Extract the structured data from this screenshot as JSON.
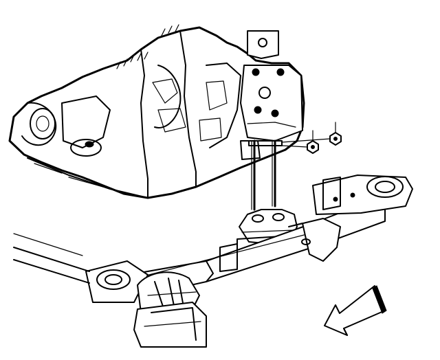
{
  "figure": {
    "kind": "exploded-view line illustration",
    "ink_color": "#000000",
    "background_color": "#ffffff",
    "parts": [
      {
        "id": "transmission",
        "icon": "transmission-housing"
      },
      {
        "id": "transmission-mount",
        "icon": "rubber-mount"
      },
      {
        "id": "mount-studs",
        "icon": "threaded-stud",
        "count": 2
      },
      {
        "id": "nuts",
        "icon": "hex-nut",
        "count": 2
      },
      {
        "id": "crossmember",
        "icon": "frame-crossmember"
      },
      {
        "id": "frame-rail",
        "icon": "frame-rail"
      },
      {
        "id": "front-arrow",
        "icon": "direction-arrow",
        "points": "front-left"
      }
    ]
  }
}
